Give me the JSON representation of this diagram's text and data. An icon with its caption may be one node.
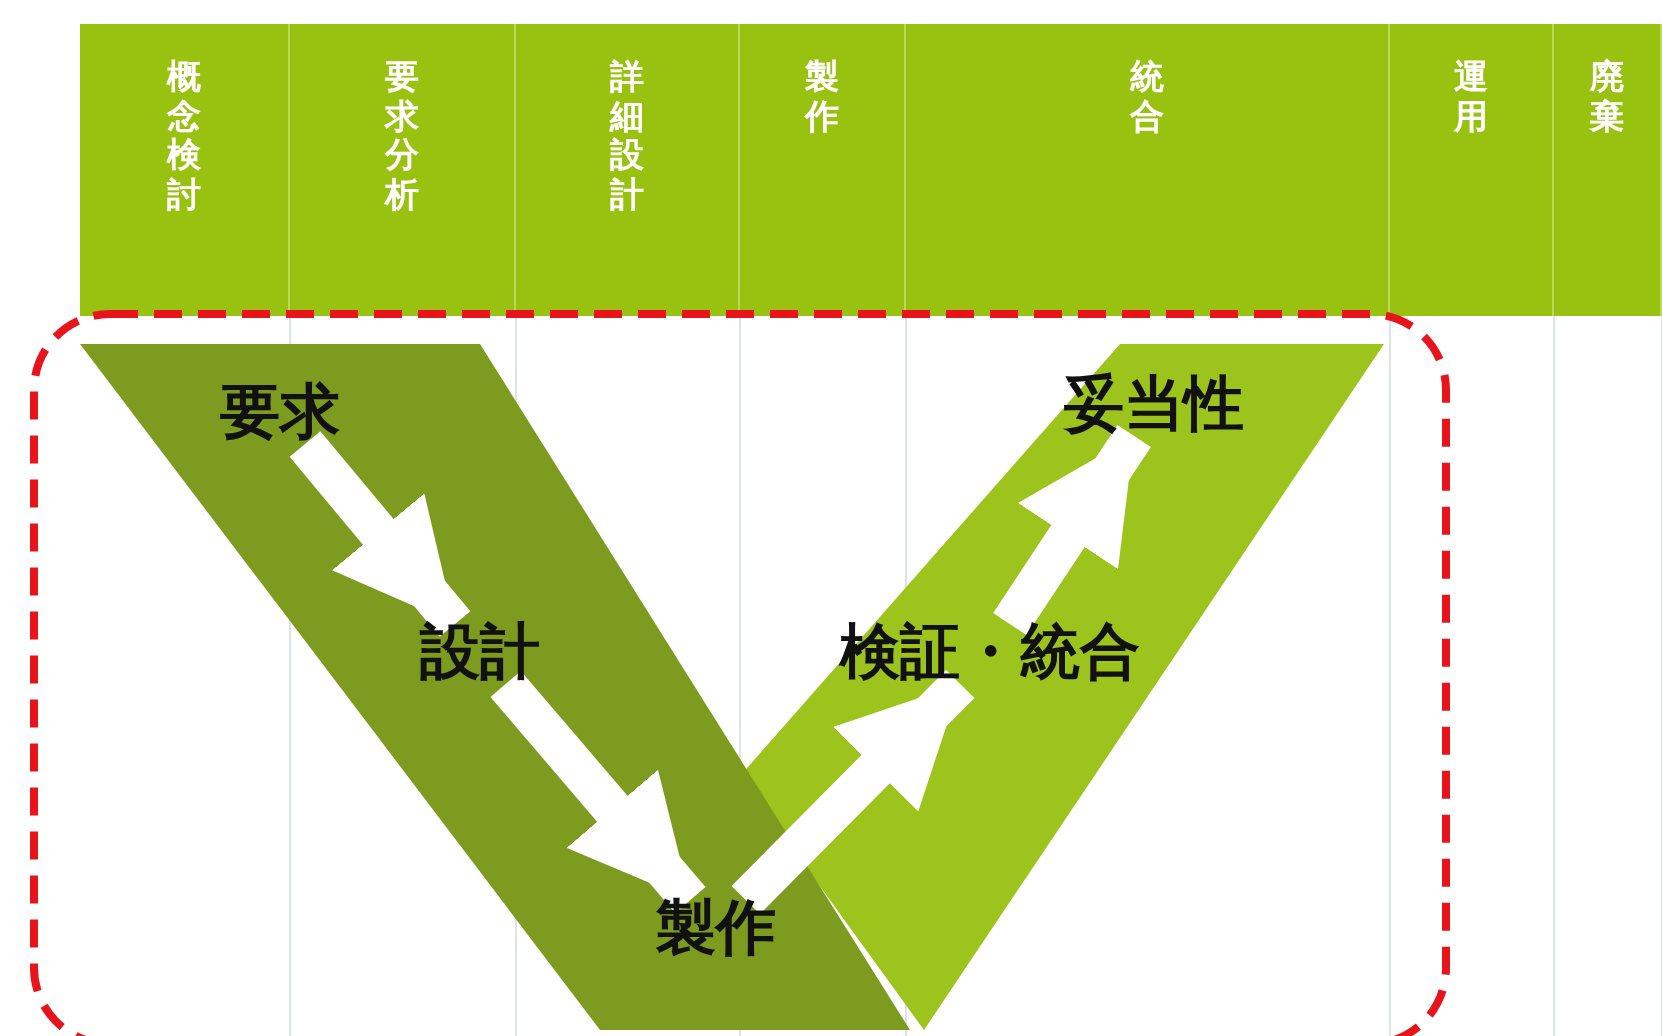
{
  "diagram": {
    "nodes": [
      {
        "text": [
          "要求"
        ]
      },
      {
        "text": [
          "設計"
        ]
      },
      {
        "text": [
          "製作"
        ]
      },
      {
        "text": [
          "検証・統合"
        ]
      },
      {
        "text": [
          "妥当性"
        ]
      }
    ],
    "edges": [
      {
        "from": 0,
        "to": 1,
        "arrow": "to"
      },
      {
        "from": 1,
        "to": 2,
        "arrow": "to"
      },
      {
        "from": 2,
        "to": 3,
        "arrow": "to"
      },
      {
        "from": 3,
        "to": 4,
        "arrow": "to"
      }
    ],
    "labels": [
      "概念検討",
      "要求分析",
      "詳細設計",
      "製作",
      "統合",
      "運用",
      "廃棄"
    ]
  }
}
